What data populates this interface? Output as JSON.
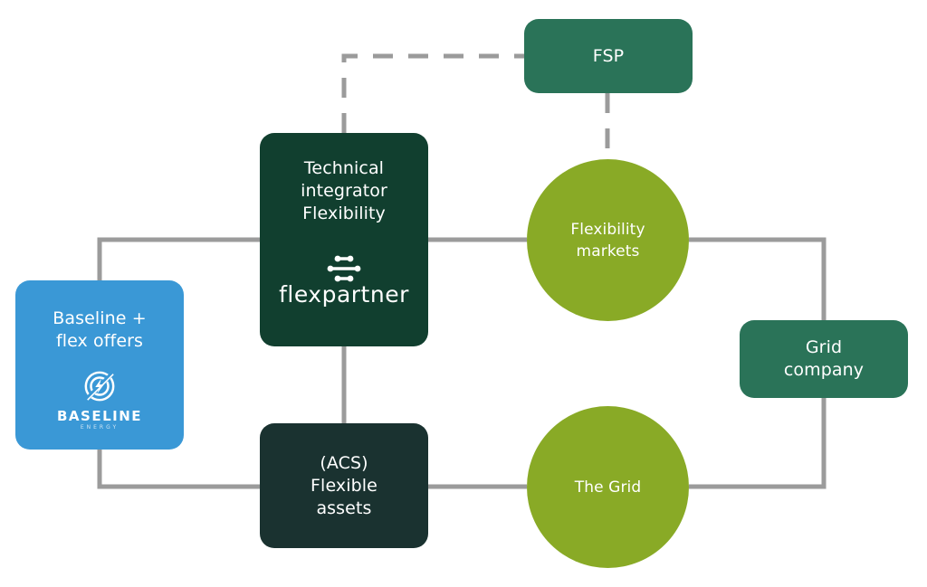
{
  "diagram": {
    "colors": {
      "connector": "#9b9b9b",
      "fsp": "#2a7358",
      "technical_integrator": "#113f2f",
      "baseline": "#3a98d6",
      "flexible_assets": "#1a3230",
      "grid_company": "#2a7358",
      "markets": "#89aa26"
    },
    "nodes": {
      "fsp": {
        "label": "FSP"
      },
      "technical_integrator": {
        "label": "Technical\nintegrator\nFlexibility",
        "logo": {
          "icon": "flexpartner-logo-icon",
          "text": "flexpartner"
        }
      },
      "baseline": {
        "label": "Baseline +\nflex offers",
        "logo": {
          "icon": "baseline-energy-logo-icon",
          "text": "BASELINE",
          "subtext": "ENERGY"
        }
      },
      "flexible_assets": {
        "label": "(ACS)\nFlexible\nassets"
      },
      "grid_company": {
        "label": "Grid\ncompany"
      },
      "flexibility_markets": {
        "label": "Flexibility\nmarkets"
      },
      "the_grid": {
        "label": "The Grid"
      }
    },
    "edges": [
      {
        "from": "technical_integrator",
        "to": "fsp",
        "style": "dashed"
      },
      {
        "from": "fsp",
        "to": "flexibility_markets",
        "style": "dashed"
      },
      {
        "from": "baseline",
        "to": "technical_integrator",
        "style": "solid"
      },
      {
        "from": "baseline",
        "to": "flexible_assets",
        "style": "solid"
      },
      {
        "from": "technical_integrator",
        "to": "flexibility_markets",
        "style": "solid"
      },
      {
        "from": "technical_integrator",
        "to": "flexible_assets",
        "style": "solid"
      },
      {
        "from": "flexible_assets",
        "to": "the_grid",
        "style": "solid"
      },
      {
        "from": "flexibility_markets",
        "to": "grid_company",
        "style": "solid"
      },
      {
        "from": "the_grid",
        "to": "grid_company",
        "style": "solid"
      }
    ]
  }
}
